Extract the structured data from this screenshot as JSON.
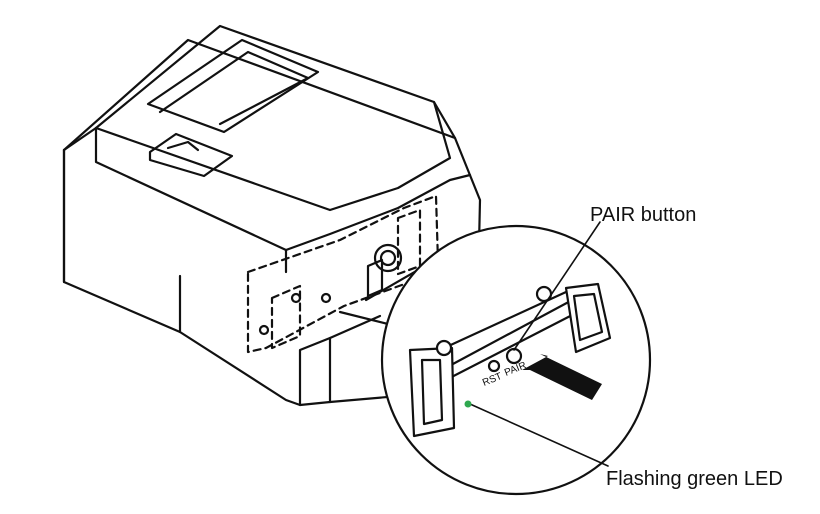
{
  "callouts": {
    "pair_button": "PAIR button",
    "flashing_led": "Flashing green LED"
  },
  "panel_labels": {
    "rst": "RST",
    "pair": "PAIR"
  },
  "colors": {
    "outline": "#111111",
    "arrow": "#111111",
    "led": "#2fa84f"
  }
}
